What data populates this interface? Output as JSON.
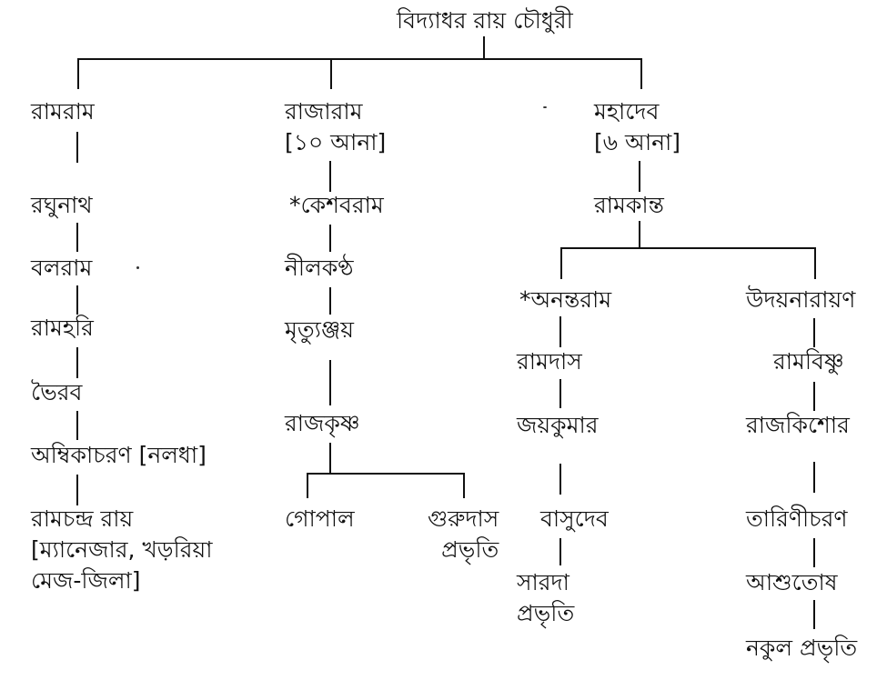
{
  "root": {
    "name": "বিদ্যাধর রায় চৌধুরী"
  },
  "branches": {
    "ramram": {
      "name": "রামরাম",
      "descendants": [
        "রঘুনাথ",
        "বলরাম",
        "রামহরি",
        "ভৈরব",
        "অম্বিকাচরণ [নলধা]"
      ],
      "last": {
        "line1": "রামচন্দ্র রায়",
        "line2": "[ম্যানেজার, খড়রিয়া",
        "line3": "মেজ-জিলা]"
      }
    },
    "rajaram": {
      "name": "রাজারাম",
      "share": "[১০ আনা]",
      "descendants": [
        "*কেশবরাম",
        "নীলকণ্ঠ",
        "মৃত্যুঞ্জয়",
        "রাজকৃষ্ণ"
      ],
      "children": {
        "gopal": "গোপাল",
        "gurudas": {
          "line1": "গুরুদাস",
          "line2": "প্রভৃতি"
        }
      }
    },
    "mahadev": {
      "name": "মহাদেব",
      "share": "[৬ আনা]",
      "son": "রামকান্ত",
      "left": {
        "name": "*অনন্তরাম",
        "descendants": [
          "রামদাস",
          "জয়কুমার",
          "বাসুদেব"
        ],
        "last": {
          "line1": "সারদা",
          "line2": "প্রভৃতি"
        }
      },
      "right": {
        "name": "উদয়নারায়ণ",
        "descendants": [
          "রামবিষ্ণু",
          "রাজকিশোর",
          "তারিণীচরণ",
          "আশুতোষ",
          "নকুল প্রভৃতি"
        ]
      }
    }
  }
}
